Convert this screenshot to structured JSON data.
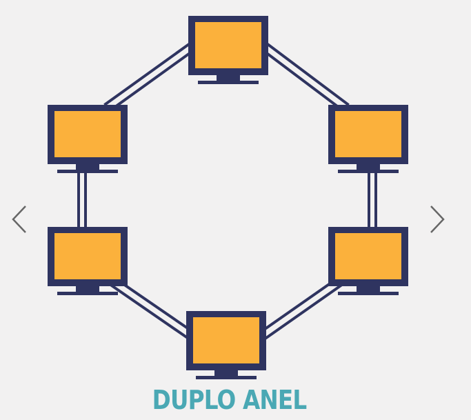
{
  "diagram": {
    "caption": "DUPLO ANEL",
    "node_count": 6,
    "topology": "double-ring",
    "colors": {
      "background": "#f2f1f1",
      "frame": "#2f3460",
      "screen": "#fbb13c",
      "caption": "#4aa8b4",
      "arrow": "#666666"
    }
  },
  "carousel": {
    "prev_icon": "chevron-left-icon",
    "next_icon": "chevron-right-icon"
  }
}
